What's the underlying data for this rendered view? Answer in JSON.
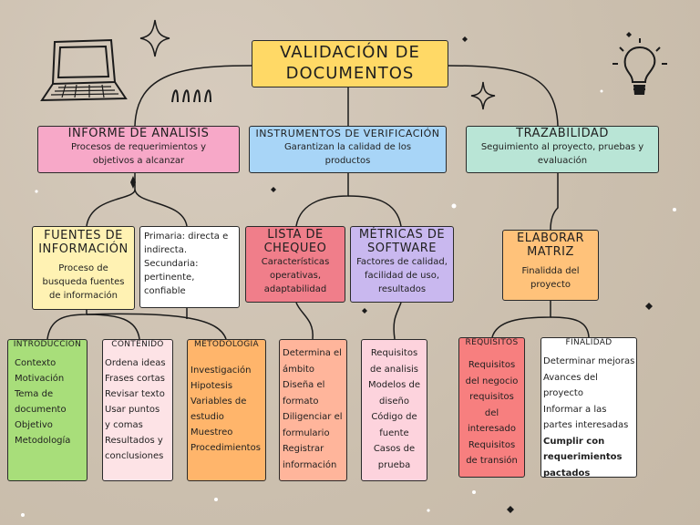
{
  "title": "VALIDACIÓN DE DOCUMENTOS",
  "branches": [
    {
      "title": "INFORME DE ANALISIS",
      "desc": "Procesos de requerimientos y objetivos a alcanzar"
    },
    {
      "title": "INSTRUMENTOS DE VERIFICACIÓN",
      "desc": "Garantizan la calidad de los productos"
    },
    {
      "title": "TRAZABILIDAD",
      "desc": "Seguimiento al proyecto, pruebas y evaluación"
    }
  ],
  "fuentes": {
    "title": "FUENTES DE INFORMACIÓN",
    "desc": "Proceso de busqueda fuentes de información"
  },
  "tipos": [
    "Primaria: directa e indirecta.",
    "Secundaria: pertinente, confiable"
  ],
  "lista": {
    "title": "LISTA DE CHEQUEO",
    "desc": "Características operativas, adaptabilidad"
  },
  "metricas": {
    "title": "MÉTRICAS DE SOFTWARE",
    "desc": "Factores de calidad, facilidad de uso, resultados"
  },
  "matriz": {
    "title": "ELABORAR MATRIZ",
    "desc": "Finalidda del proyecto"
  },
  "introduccion": {
    "title": "INTRODUCCION",
    "items": [
      "Contexto",
      "Motivación",
      "Tema de",
      "documento",
      "Objetivo",
      "Metodología"
    ]
  },
  "contenido": {
    "title": "CONTENIDO",
    "items": [
      "Ordena ideas",
      "Frases cortas",
      "Revisar texto",
      "Usar puntos",
      "y comas",
      "Resultados y",
      "conclusiones"
    ]
  },
  "metodologia": {
    "title": "METODOLOGIA",
    "items": [
      "Investigación",
      "Hipotesis",
      "Variables de",
      "estudio",
      "Muestreo",
      "Procedimientos"
    ]
  },
  "chequeo_items": [
    "Determina el",
    "ámbito",
    "Diseña el",
    "formato",
    "Diligenciar el",
    "formulario",
    "Registrar",
    "información"
  ],
  "metricas_items": [
    "Requisitos",
    "de analisis",
    "Modelos de",
    "diseño",
    "Código de",
    "fuente",
    "Casos de",
    "prueba"
  ],
  "requisitos": {
    "title": "REQUISITOS",
    "items": [
      "Requisitos",
      "del negocio",
      "requisitos",
      "del",
      "interesado",
      "Requisitos",
      "de transión"
    ]
  },
  "finalidad": {
    "title": "FINALIDAD",
    "items": [
      "Determinar mejoras",
      "Avances del",
      "proyecto",
      "Informar a las",
      "partes interesadas"
    ],
    "bold": [
      "Cumplir con",
      "requerimientos",
      "pactados"
    ]
  },
  "colors": {
    "yellow": "#ffd966",
    "pink": "#f7a8c8",
    "blue": "#a8d5f7",
    "mint": "#b9e5d6",
    "cream": "#fff2b3",
    "white": "#ffffff",
    "red": "#f07e8a",
    "lavender": "#c9b8ef",
    "orange": "#ffc27a",
    "green": "#a8de7a",
    "blush": "#fde3e6",
    "tangerine": "#ffb56b",
    "salmon": "#ffb59b",
    "pinkish": "#fdd3dd",
    "coral": "#f77f7f"
  }
}
